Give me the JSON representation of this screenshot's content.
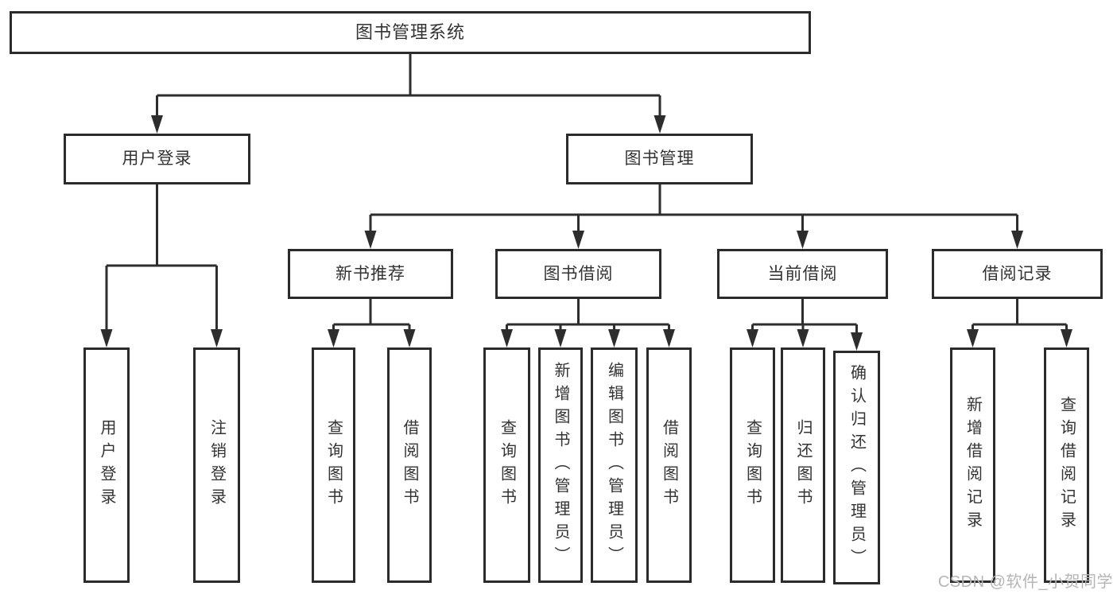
{
  "diagram": {
    "root": "图书管理系统",
    "login": {
      "label": "用户登录",
      "children": [
        "用户登录",
        "注销登录"
      ]
    },
    "management": {
      "label": "图书管理",
      "groups": {
        "new_book": {
          "label": "新书推荐",
          "children": [
            "查询图书",
            "借阅图书"
          ]
        },
        "borrow": {
          "label": "图书借阅",
          "children": [
            "查询图书",
            "新增图书（管理员）",
            "编辑图书（管理员）",
            "借阅图书"
          ]
        },
        "current": {
          "label": "当前借阅",
          "children": [
            "查询图书",
            "归还图书",
            "确认归还（管理员）"
          ]
        },
        "records": {
          "label": "借阅记录",
          "children": [
            "新增借阅记录",
            "查询借阅记录"
          ]
        }
      }
    }
  },
  "watermark": "CSDN @软件_小贺同学",
  "colors": {
    "background": "#ffffff",
    "box_border": "#2b2b2b",
    "line": "#2d2d2d",
    "text": "#333333",
    "watermark": "#b5b5b5"
  }
}
